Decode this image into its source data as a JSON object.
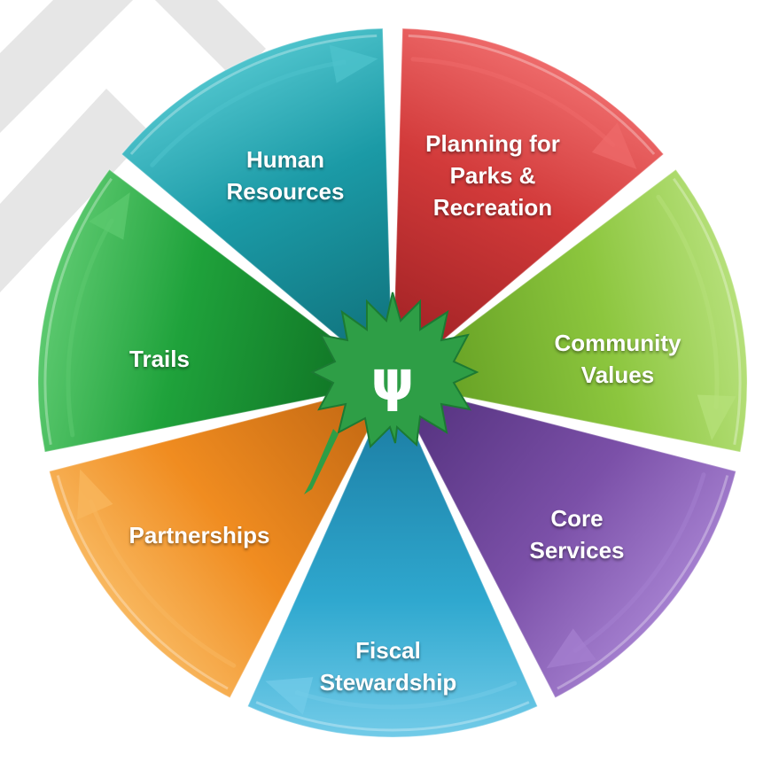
{
  "diagram": {
    "segments": [
      {
        "id": "human-resources",
        "lines": [
          "Human",
          "Resources"
        ],
        "color": "#1b9aa6",
        "color_dark": "#0f6e78",
        "color_light": "#4ec3cc"
      },
      {
        "id": "planning",
        "lines": [
          "Planning for",
          "Parks &",
          "Recreation"
        ],
        "color": "#d23a3a",
        "color_dark": "#9b1f22",
        "color_light": "#ee6a6a"
      },
      {
        "id": "community-values",
        "lines": [
          "Community",
          "Values"
        ],
        "color": "#8cc63e",
        "color_dark": "#5f9a1f",
        "color_light": "#b6e07a"
      },
      {
        "id": "core-services",
        "lines": [
          "Core",
          "Services"
        ],
        "color": "#7b50a8",
        "color_dark": "#52307c",
        "color_light": "#a47fcf"
      },
      {
        "id": "fiscal-stewardship",
        "lines": [
          "Fiscal",
          "Stewardship"
        ],
        "color": "#2fa8cf",
        "color_dark": "#1a7aa0",
        "color_light": "#72cbe8"
      },
      {
        "id": "partnerships",
        "lines": [
          "Partnerships"
        ],
        "color": "#f08c20",
        "color_dark": "#c06612",
        "color_light": "#f8b75e"
      },
      {
        "id": "trails",
        "lines": [
          "Trails"
        ],
        "color": "#1fa23b",
        "color_dark": "#0e6e22",
        "color_light": "#5cc96f"
      }
    ],
    "center_logo": {
      "glyph": "ψ",
      "leaf_color": "#2e9e46",
      "logo_text_color": "#ffffff"
    },
    "watermark_color": "#e6e6e6"
  }
}
